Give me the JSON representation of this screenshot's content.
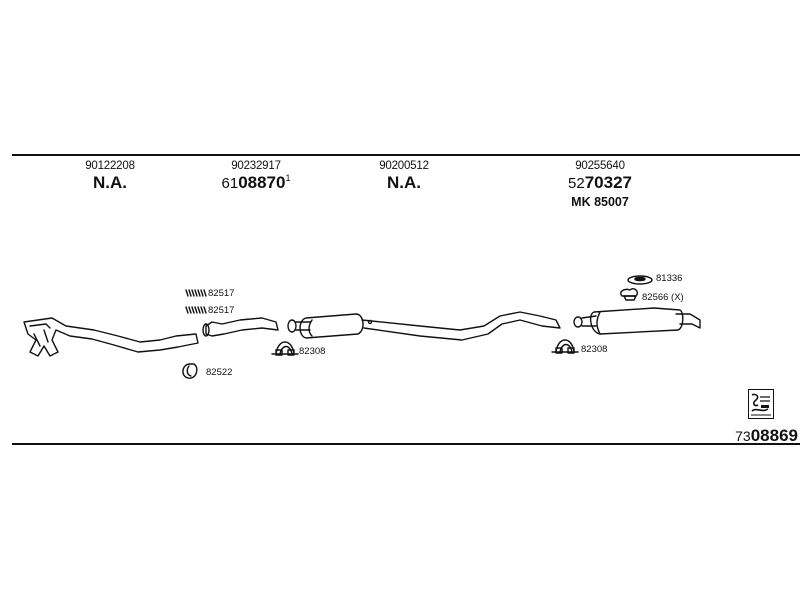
{
  "columns": [
    {
      "oe": "90122208",
      "main": "N.A."
    },
    {
      "oe": "90232917",
      "main_prefix": "61",
      "main_body": "08870",
      "main_suffix": "1"
    },
    {
      "oe": "90200512",
      "main": "N.A."
    },
    {
      "oe": "90255640",
      "main_prefix": "52",
      "main_body": "70327",
      "sub": "MK  85007"
    }
  ],
  "labels": {
    "gasket_a": "82517",
    "gasket_b": "82517",
    "ring": "82522",
    "clamp_mid": "82308",
    "clamp_rear": "82308",
    "rubber": "81336",
    "hanger": "82566 (X)"
  },
  "kit": {
    "prefix": "73",
    "body": "08869"
  },
  "icons": {
    "kit_icon": "exhaust-kit-icon"
  }
}
